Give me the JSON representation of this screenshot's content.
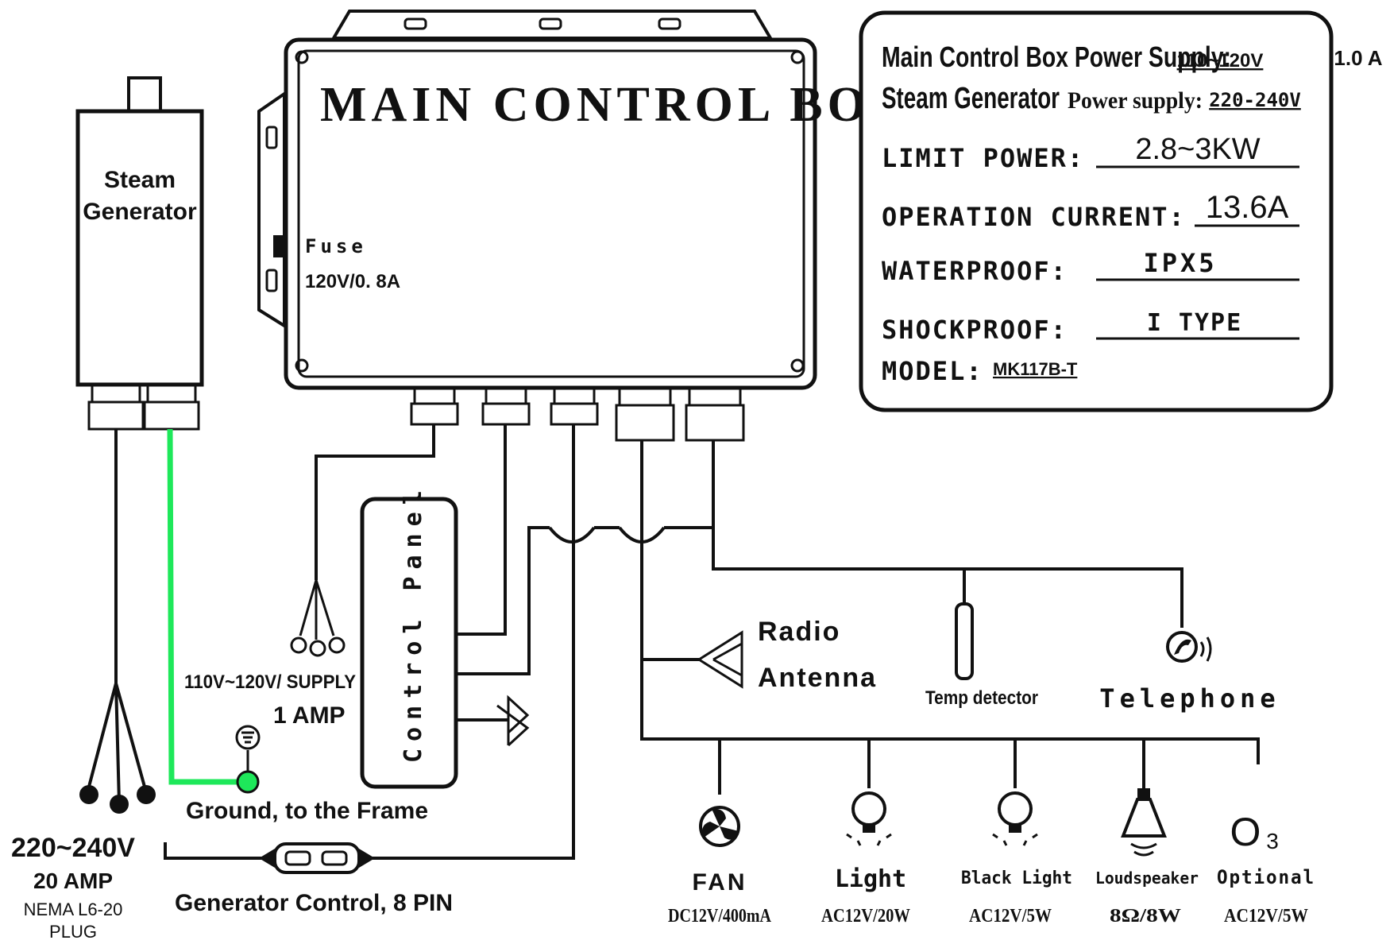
{
  "main_box": {
    "title": "MAIN CONTROL BOX",
    "fuse_label": "Fuse",
    "fuse_rating": "120V/0. 8A"
  },
  "steam_generator": {
    "label_line1": "Steam",
    "label_line2": "Generator"
  },
  "specs": {
    "main_power_label": "Main Control Box Power Supply:",
    "main_power_value": "110~120V",
    "main_power_current": "1.0 A",
    "steam_power_label_a": "Steam Generator",
    "steam_power_label_b": "Power supply:",
    "steam_power_value": "220-240V",
    "limit_power_label": "LIMIT POWER:",
    "limit_power_value": "2.8~3KW",
    "operation_current_label": "OPERATION CURRENT:",
    "operation_current_value": "13.6A",
    "waterproof_label": "WATERPROOF:",
    "waterproof_value": "IPX5",
    "shockproof_label": "SHOCKPROOF:",
    "shockproof_value": "I TYPE",
    "model_label": "MODEL:",
    "model_value": "MK117B-T"
  },
  "control_panel": {
    "label": "Control Panel"
  },
  "supply": {
    "voltage": "110V~120V/ SUPPLY",
    "amp": "1 AMP"
  },
  "ground": {
    "label": "Ground, to the Frame"
  },
  "generator_control": {
    "label": "Generator Control, 8 PIN"
  },
  "mains": {
    "voltage": "220~240V",
    "amp": "20 AMP",
    "plug_line1": "NEMA L6-20",
    "plug_line2": "PLUG"
  },
  "radio": {
    "line1": "Radio",
    "line2": "Antenna"
  },
  "temp_detector": {
    "label": "Temp detector"
  },
  "telephone": {
    "label": "Telephone"
  },
  "outputs": [
    {
      "name": "FAN",
      "rating": "DC12V/400mA",
      "icon": "fan-icon"
    },
    {
      "name": "Light",
      "rating": "AC12V/20W",
      "icon": "light-icon"
    },
    {
      "name": "Black Light",
      "rating": "AC12V/5W",
      "icon": "black-light-icon"
    },
    {
      "name": "Loudspeaker",
      "rating": "8Ω/8W",
      "icon": "loudspeaker-icon"
    },
    {
      "name": "Optional",
      "rating": "AC12V/5W",
      "icon": "ozone-icon"
    }
  ],
  "ozone_symbol": {
    "letter": "O",
    "subscript": "3"
  },
  "colors": {
    "ground_wire": "#1ee85a",
    "ink": "#111111"
  }
}
